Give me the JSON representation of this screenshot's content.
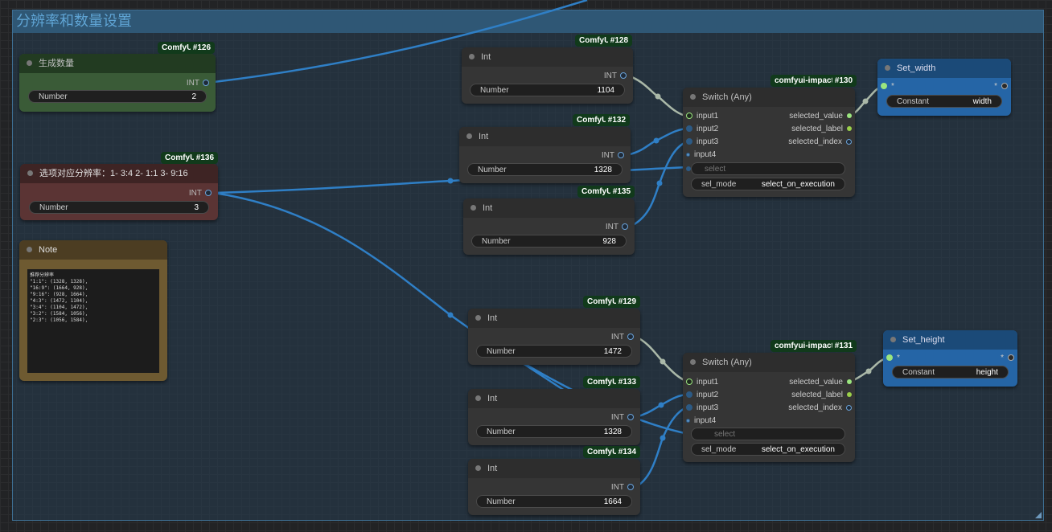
{
  "group": {
    "title": "分辨率和数量设置"
  },
  "nodes": {
    "n126": {
      "badge_prefix": "ComfyUI",
      "badge_id": "#126",
      "title": "生成数量",
      "output": "INT",
      "widget_label": "Number",
      "widget_value": "2"
    },
    "n136": {
      "badge_prefix": "ComfyUI",
      "badge_id": "#136",
      "title": "选项对应分辨率：1- 3:4  2- 1:1  3- 9:16",
      "output": "INT",
      "widget_label": "Number",
      "widget_value": "3"
    },
    "note": {
      "title": "Note",
      "text": "推荐分辨率\n\"1:1\": (1328, 1328),\n\"16:9\": (1664, 928),\n\"9:16\": (928, 1664),\n\"4:3\": (1472, 1104),\n\"3:4\": (1104, 1472),\n\"3:2\": (1584, 1056),\n\"2:3\": (1056, 1584),"
    },
    "n128": {
      "badge_prefix": "ComfyUI",
      "badge_id": "#128",
      "title": "Int",
      "output": "INT",
      "widget_label": "Number",
      "widget_value": "1104"
    },
    "n132": {
      "badge_prefix": "ComfyUI",
      "badge_id": "#132",
      "title": "Int",
      "output": "INT",
      "widget_label": "Number",
      "widget_value": "1328"
    },
    "n135": {
      "badge_prefix": "ComfyUI",
      "badge_id": "#135",
      "title": "Int",
      "output": "INT",
      "widget_label": "Number",
      "widget_value": "928"
    },
    "n129": {
      "badge_prefix": "ComfyUI",
      "badge_id": "#129",
      "title": "Int",
      "output": "INT",
      "widget_label": "Number",
      "widget_value": "1472"
    },
    "n133": {
      "badge_prefix": "ComfyUI",
      "badge_id": "#133",
      "title": "Int",
      "output": "INT",
      "widget_label": "Number",
      "widget_value": "1328"
    },
    "n134": {
      "badge_prefix": "ComfyUI",
      "badge_id": "#134",
      "title": "Int",
      "output": "INT",
      "widget_label": "Number",
      "widget_value": "1664"
    },
    "n130": {
      "badge_prefix": "comfyui-impact",
      "badge_id": "#130",
      "title": "Switch (Any)",
      "inputs": [
        "input1",
        "input2",
        "input3",
        "input4"
      ],
      "outputs": [
        "selected_value",
        "selected_label",
        "selected_index"
      ],
      "select_label": "select",
      "mode_label": "sel_mode",
      "mode_value": "select_on_execution"
    },
    "n131": {
      "badge_prefix": "comfyui-impact",
      "badge_id": "#131",
      "title": "Switch (Any)",
      "inputs": [
        "input1",
        "input2",
        "input3",
        "input4"
      ],
      "outputs": [
        "selected_value",
        "selected_label",
        "selected_index"
      ],
      "select_label": "select",
      "mode_label": "sel_mode",
      "mode_value": "select_on_execution"
    },
    "set_width": {
      "title": "Set_width",
      "in_marker": "*",
      "out_marker": "*",
      "widget_label": "Constant",
      "widget_value": "width"
    },
    "set_height": {
      "title": "Set_height",
      "in_marker": "*",
      "out_marker": "*",
      "widget_label": "Constant",
      "widget_value": "height"
    }
  },
  "colors": {
    "link_int": "#2f7fc6",
    "link_any": "#aab8a8",
    "group_border": "#3e6f93",
    "group_title": "#5fa4d4",
    "node_green": "#3a5b37",
    "node_red": "#5b3434",
    "node_brown": "#6e5a31",
    "node_blue": "#1f5fa2"
  }
}
